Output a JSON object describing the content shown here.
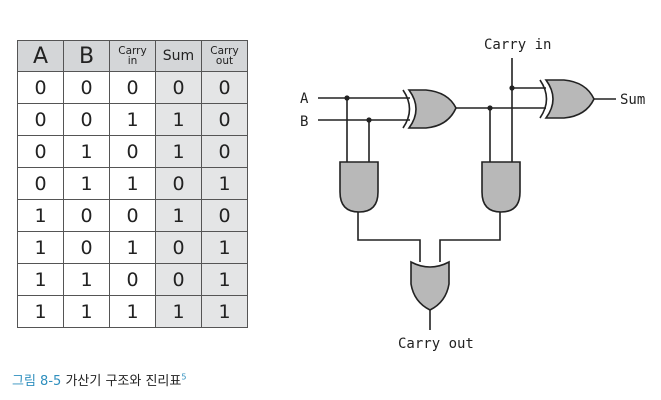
{
  "truth_table": {
    "headers": [
      "A",
      "B",
      "Carry in",
      "Sum",
      "Carry out"
    ],
    "header_lines": [
      [
        "A"
      ],
      [
        "B"
      ],
      [
        "Carry",
        "in"
      ],
      [
        "Sum"
      ],
      [
        "Carry",
        "out"
      ]
    ],
    "rows": [
      [
        "0",
        "0",
        "0",
        "0",
        "0"
      ],
      [
        "0",
        "0",
        "1",
        "1",
        "0"
      ],
      [
        "0",
        "1",
        "0",
        "1",
        "0"
      ],
      [
        "0",
        "1",
        "1",
        "0",
        "1"
      ],
      [
        "1",
        "0",
        "0",
        "1",
        "0"
      ],
      [
        "1",
        "0",
        "1",
        "0",
        "1"
      ],
      [
        "1",
        "1",
        "0",
        "0",
        "1"
      ],
      [
        "1",
        "1",
        "1",
        "1",
        "1"
      ]
    ]
  },
  "circuit": {
    "labels": {
      "input_a": "A",
      "input_b": "B",
      "carry_in": "Carry in",
      "sum": "Sum",
      "carry_out": "Carry out"
    },
    "gates": [
      {
        "name": "xor-gate-1",
        "type": "XOR"
      },
      {
        "name": "xor-gate-2",
        "type": "XOR"
      },
      {
        "name": "and-gate-1",
        "type": "AND"
      },
      {
        "name": "and-gate-2",
        "type": "AND"
      },
      {
        "name": "or-gate",
        "type": "OR"
      }
    ]
  },
  "caption": {
    "figure_number": "그림 8-5",
    "text": "가산기 구조와 진리표",
    "footnote": "5"
  },
  "colors": {
    "header_fill": "#d4d6d8",
    "shaded_column": "#e4e5e6",
    "gate_fill": "#b8b8b8",
    "caption_accent": "#2f8fbe"
  }
}
